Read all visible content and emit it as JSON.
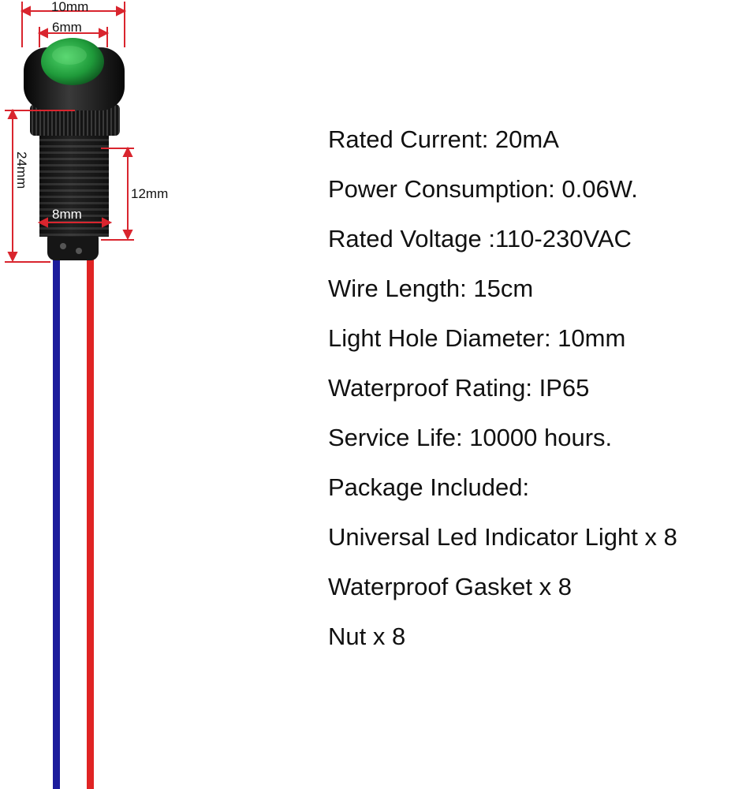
{
  "dimensions": {
    "head_outer": "10mm",
    "lens": "6mm",
    "body_length": "24mm",
    "thread_length": "12mm",
    "thread_diameter": "8mm"
  },
  "specs": [
    "Rated Current: 20mA",
    "Power Consumption: 0.06W.",
    "Rated Voltage :110-230VAC",
    "Wire Length: 15cm",
    "Light Hole Diameter: 10mm",
    "Waterproof Rating: IP65",
    "Service Life: 10000 hours.",
    "Package Included:",
    "Universal Led Indicator Light x 8",
    "Waterproof Gasket x 8",
    "Nut x 8"
  ],
  "colors": {
    "dimension_line": "#d9252e",
    "lens": "#1f9a3a",
    "housing": "#1a1a1a",
    "wire_blue": "#1c1c9c",
    "wire_red": "#e02424"
  }
}
